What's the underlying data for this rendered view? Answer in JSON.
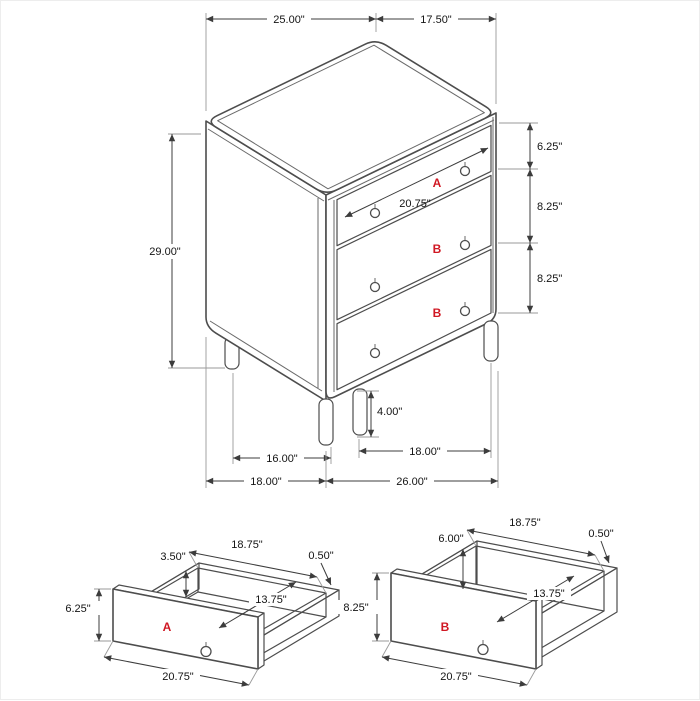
{
  "colors": {
    "line": "#4d4d4d",
    "dim_line": "#3c3c3c",
    "ext_line": "#9a9a9a",
    "text": "#141414",
    "accent_label": "#d01823",
    "background": "#ffffff"
  },
  "main_view": {
    "dims": {
      "top_width": "25.00\"",
      "top_depth": "17.50\"",
      "overall_height": "29.00\"",
      "top_drawer_height": "6.25\"",
      "middle_drawer_height": "8.25\"",
      "bottom_drawer_height": "8.25\"",
      "drawer_width": "20.75\"",
      "leg_height": "4.00\"",
      "leg_span_depth": "16.00\"",
      "leg_span_width": "18.00\"",
      "overall_depth": "18.00\"",
      "overall_width": "26.00\""
    },
    "labels": {
      "top_drawer": "A",
      "middle_drawer": "B",
      "bottom_drawer": "B"
    }
  },
  "drawer_a_view": {
    "label": "A",
    "dims": {
      "side_height": "3.50\"",
      "inner_width": "18.75\"",
      "wall_thickness": "0.50\"",
      "front_height": "6.25\"",
      "inner_depth": "13.75\"",
      "front_width": "20.75\""
    }
  },
  "drawer_b_view": {
    "label": "B",
    "dims": {
      "side_height": "6.00\"",
      "inner_width": "18.75\"",
      "wall_thickness": "0.50\"",
      "front_height": "8.25\"",
      "inner_depth": "13.75\"",
      "front_width": "20.75\""
    }
  }
}
